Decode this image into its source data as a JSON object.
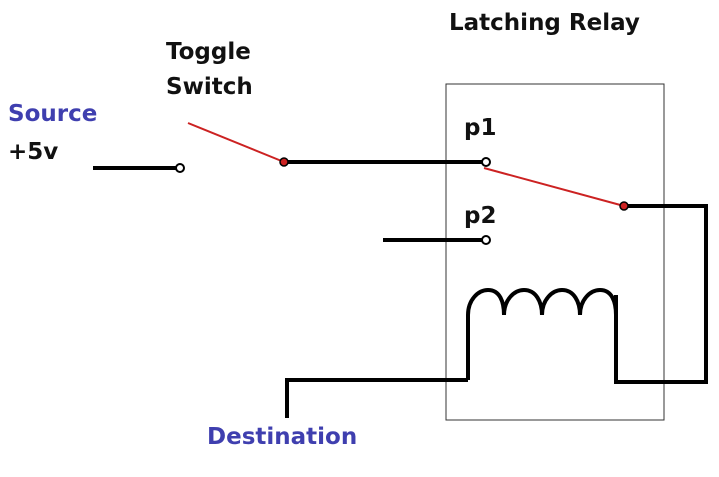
{
  "labels": {
    "relay_title": "Latching Relay",
    "toggle_line1": "Toggle",
    "toggle_line2": "Switch",
    "source_line1": "Source",
    "source_line2": "+5v",
    "pin1": "p1",
    "pin2": "p2",
    "destination": "Destination"
  },
  "colors": {
    "wire": "#000000",
    "switch_arm": "#cc2222",
    "accent_text": "#3f3faf",
    "relay_box": "#333333"
  }
}
